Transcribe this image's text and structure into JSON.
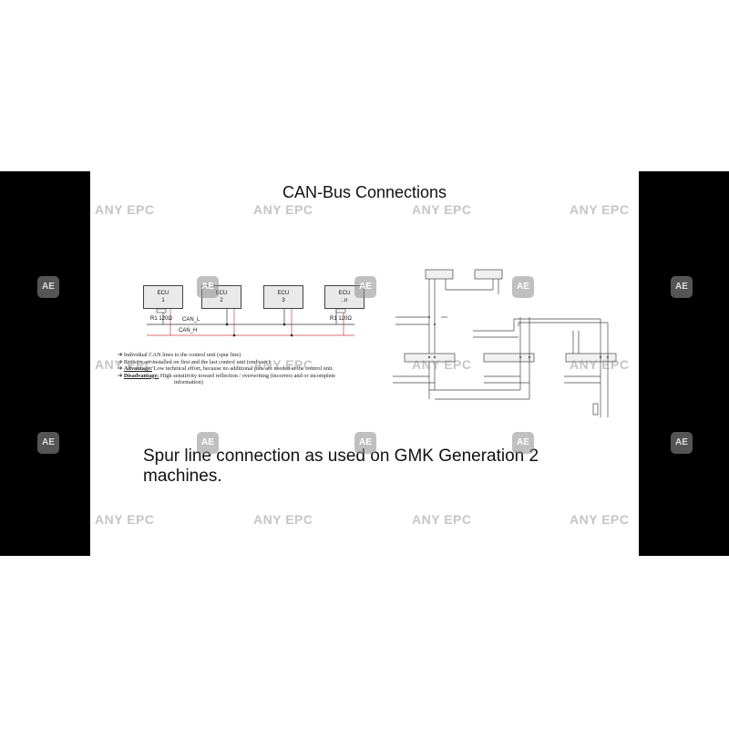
{
  "slide": {
    "title": "CAN-Bus Connections",
    "caption": "Spur line connection as used on GMK Generation 2 machines."
  },
  "diagram_left": {
    "ecus": [
      {
        "name": "ECU",
        "num": "1"
      },
      {
        "name": "ECU",
        "num": "2"
      },
      {
        "name": "ECU",
        "num": "3"
      },
      {
        "name": "ECU",
        "num": "..n"
      }
    ],
    "resistor_left": "R1 120Ω",
    "resistor_right": "R1 120Ω",
    "can_l": "CAN_L",
    "can_h": "CAN_H"
  },
  "bullets": [
    {
      "prefix": "",
      "text": "Individual CAN lines to the control unit (spur line)"
    },
    {
      "prefix": "",
      "text": "Resistor are installed on first and the last control unit (end user)"
    },
    {
      "prefix": "Advantage:",
      "text": "Low technical effort, because no additional pins are needed at the control unit."
    },
    {
      "prefix": "Disadvantage:",
      "text": "High sensitivity toward reflection / overwriting (incorrect and or incomplete"
    },
    {
      "prefix": "",
      "text": "information)"
    }
  ],
  "watermark": {
    "text": "ANY EPC",
    "logo": "AE"
  },
  "colors": {
    "background": "#ffffff",
    "sidebars": "#000000",
    "can_h_wire": "#d04040",
    "can_l_wire": "#333333",
    "ecu_fill": "#e9e9e9"
  }
}
